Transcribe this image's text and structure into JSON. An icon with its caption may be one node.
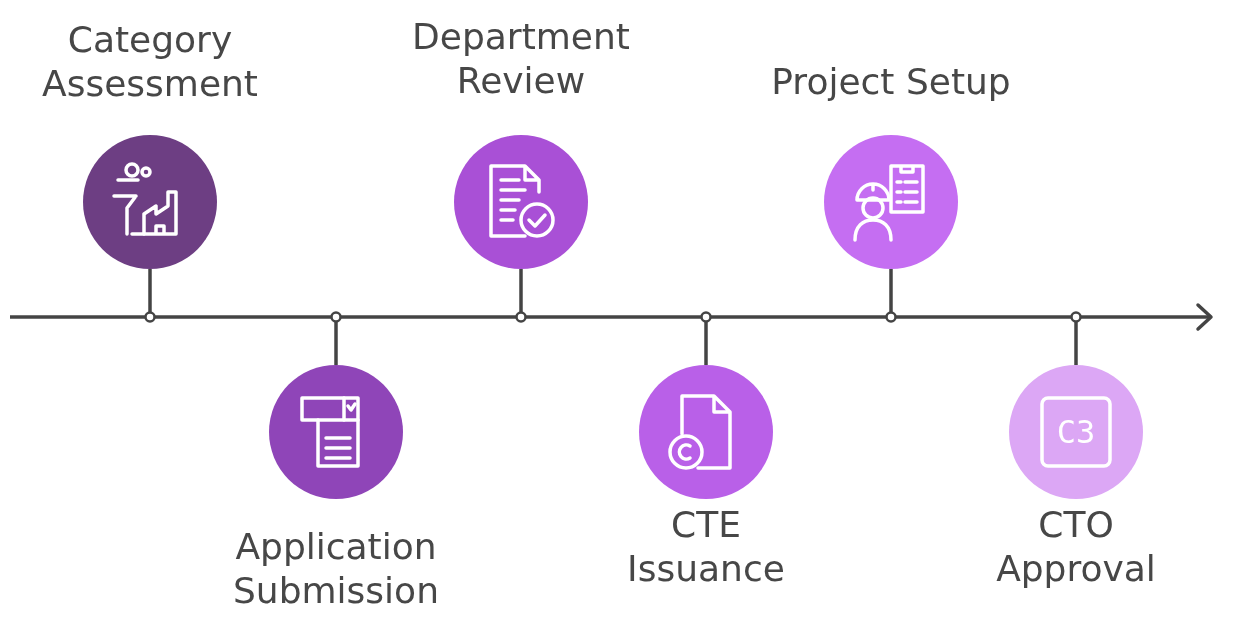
{
  "diagram": {
    "nodes": [
      {
        "text": [
          "Category Assessment"
        ]
      },
      {
        "text": [
          "Application Submission"
        ]
      },
      {
        "text": [
          "Department Review"
        ]
      },
      {
        "text": [
          "CTE Issuance"
        ]
      },
      {
        "text": [
          "Project Setup"
        ]
      },
      {
        "text": [
          "CTO Approval"
        ]
      },
      {
        "text": [],
        "shape": "bar"
      }
    ],
    "edges": [
      {
        "from": 0,
        "to": 6,
        "arrow": "other"
      },
      {
        "from": 1,
        "to": 6,
        "arrow": "other"
      },
      {
        "from": 2,
        "to": 6,
        "arrow": "other"
      },
      {
        "from": 3,
        "to": 6,
        "arrow": "other"
      },
      {
        "from": 4,
        "to": 6,
        "arrow": "other"
      },
      {
        "from": 5,
        "to": 6,
        "arrow": "other"
      }
    ],
    "labels": [
      "C3"
    ]
  }
}
